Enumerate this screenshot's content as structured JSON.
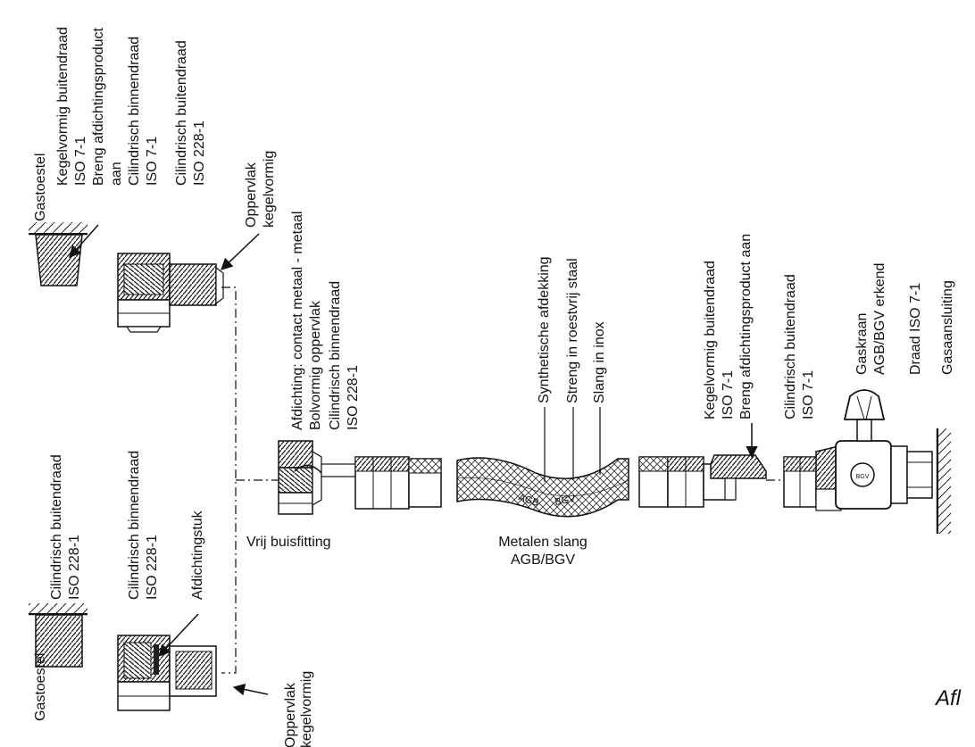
{
  "top": {
    "appliance": "Gastoestel",
    "male_taper": [
      "Kegelvormig buitendraad",
      "ISO 7-1",
      "Breng afdichtingsproduct",
      "aan"
    ],
    "female_cyl": [
      "Cilindrisch binnendraad",
      "ISO 7-1"
    ],
    "male_cyl": [
      "Cilindrisch buitendraad",
      "ISO 228-1"
    ],
    "cone_surface": [
      "Oppervlak",
      "kegelvormig"
    ]
  },
  "bottom": {
    "appliance": "Gastoestel",
    "male_cyl": [
      "Cilindrisch buitendraad",
      "ISO 228-1"
    ],
    "female_cyl": [
      "Cilindrisch binnendraad",
      "ISO 228-1"
    ],
    "seal": "Afdichtingstuk",
    "cone_surface": [
      "Oppervlak",
      "kegelvormig"
    ]
  },
  "fitting": {
    "caption": "Vrij buisfitting",
    "seal_desc": [
      "Afdichting: contact metaal - metaal",
      "Bolvormig oppervlak"
    ],
    "thread": [
      "Cilindrisch binnendraad",
      "ISO 228-1"
    ]
  },
  "hose": {
    "layers": [
      "Synthetische afdekking",
      "Streng in roestvrij staal",
      "Slang in inox"
    ],
    "caption": [
      "Metalen slang",
      "AGB/BGV"
    ],
    "stamp_1": "AGB",
    "stamp_2": "BGV"
  },
  "end": {
    "male_taper": [
      "Kegelvormig buitendraad",
      "ISO 7-1",
      "Breng afdichtingsproduct aan"
    ],
    "male_cyl": [
      "Cilindrisch buitendraad",
      "ISO 7-1"
    ],
    "valve": [
      "Gaskraan",
      "AGB/BGV erkend"
    ],
    "valve_thread": "Draad ISO 7-1",
    "gas_connection": "Gasaansluiting",
    "valve_badge": "BGV"
  },
  "figure_label": "Afl"
}
